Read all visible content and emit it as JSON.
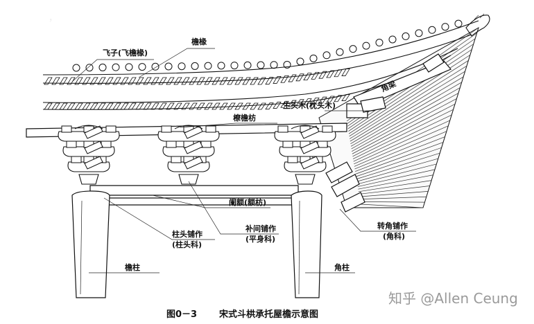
{
  "labels": {
    "flying_rafter": "飞子(飞檐椽)",
    "eave_rafter": "檐椽",
    "corner_beam": "角梁",
    "raising_wood": "生头木(枕头木)",
    "eave_purlin_beam": "橑檐枋",
    "architrave": "阑额(额枋)",
    "column_bracket": "柱头铺作",
    "column_bracket_alt": "(柱头科)",
    "intercolumn_bracket": "补间铺作",
    "intercolumn_bracket_alt": "(平身科)",
    "corner_bracket": "转角铺作",
    "corner_bracket_alt": "(角科)",
    "eave_column": "檐柱",
    "corner_column": "角柱"
  },
  "caption": {
    "figure_number": "图0－3",
    "title": "宋式斗栱承托屋檐示意图"
  },
  "watermark": "知乎 @Allen Ceung"
}
